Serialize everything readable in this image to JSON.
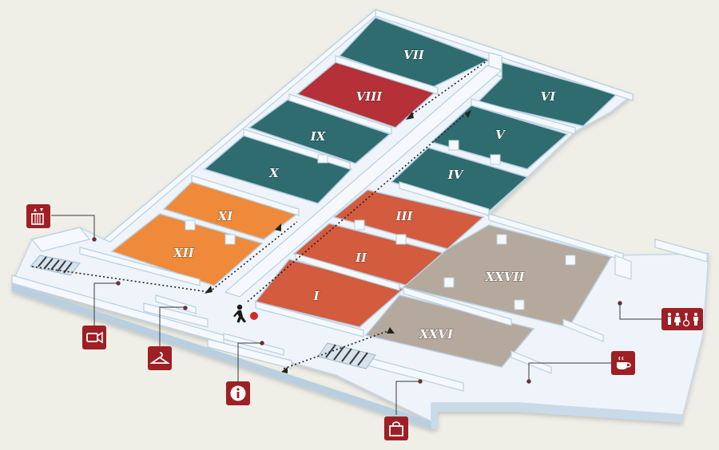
{
  "colors": {
    "background": "#efefe8",
    "floor": "#eef4fa",
    "wall_top": "#f5f9fd",
    "wall_side": "#b9cfe0",
    "teal": "#2e6c70",
    "red": "#b53037",
    "orange": "#ee8a3a",
    "terracotta": "#d35b3e",
    "taupe": "#b5a89d",
    "icon": "#9e1f24",
    "marker": "#d62828"
  },
  "rooms": [
    {
      "id": "VII",
      "label": "VII",
      "color": "teal"
    },
    {
      "id": "VI",
      "label": "VI",
      "color": "teal"
    },
    {
      "id": "VIII",
      "label": "VIII",
      "color": "red"
    },
    {
      "id": "V",
      "label": "V",
      "color": "teal"
    },
    {
      "id": "IX",
      "label": "IX",
      "color": "teal"
    },
    {
      "id": "X",
      "label": "X",
      "color": "teal"
    },
    {
      "id": "IV",
      "label": "IV",
      "color": "teal"
    },
    {
      "id": "XI",
      "label": "XI",
      "color": "orange"
    },
    {
      "id": "XII",
      "label": "XII",
      "color": "orange"
    },
    {
      "id": "III",
      "label": "III",
      "color": "terracotta"
    },
    {
      "id": "II",
      "label": "II",
      "color": "terracotta"
    },
    {
      "id": "I",
      "label": "I",
      "color": "terracotta"
    },
    {
      "id": "XXVII",
      "label": "XXVII",
      "color": "taupe"
    },
    {
      "id": "XXVI",
      "label": "XXVI",
      "color": "taupe"
    }
  ],
  "icons": [
    {
      "id": "elevator",
      "name": "elevator-icon"
    },
    {
      "id": "video",
      "name": "video-camera-icon"
    },
    {
      "id": "cloakroom",
      "name": "coat-hanger-icon"
    },
    {
      "id": "info",
      "name": "information-icon"
    },
    {
      "id": "shop",
      "name": "shopping-bag-icon"
    },
    {
      "id": "cafe",
      "name": "coffee-cup-icon"
    },
    {
      "id": "toilets",
      "name": "restrooms-icon"
    }
  ],
  "you_are_here": {
    "name": "walking-person-icon"
  }
}
